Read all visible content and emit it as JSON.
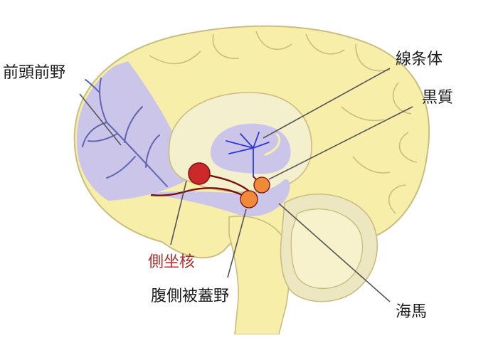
{
  "labels": {
    "prefrontal_cortex": "前頭前野",
    "striatum": "線条体",
    "substantia_nigra": "黒質",
    "nucleus_accumbens": "側坐核",
    "ventral_tegmental_area": "腹側被蓋野",
    "hippocampus": "海馬"
  },
  "colors": {
    "brain_fill": "#f7eeaa",
    "brain_outline": "#c9bd80",
    "inner_fill": "#f4f0cd",
    "region_fill": "#cbc5ea",
    "nerve_line": "#6065b0",
    "striatum_line": "#2f39d6",
    "pathway": "#7a1010",
    "nucleus_fill": "#cc2a2a",
    "vta_fill": "#f08a3a",
    "leader_line": "#555555",
    "accumbens_text": "#b03030",
    "label_text": "#1a1a1a"
  }
}
